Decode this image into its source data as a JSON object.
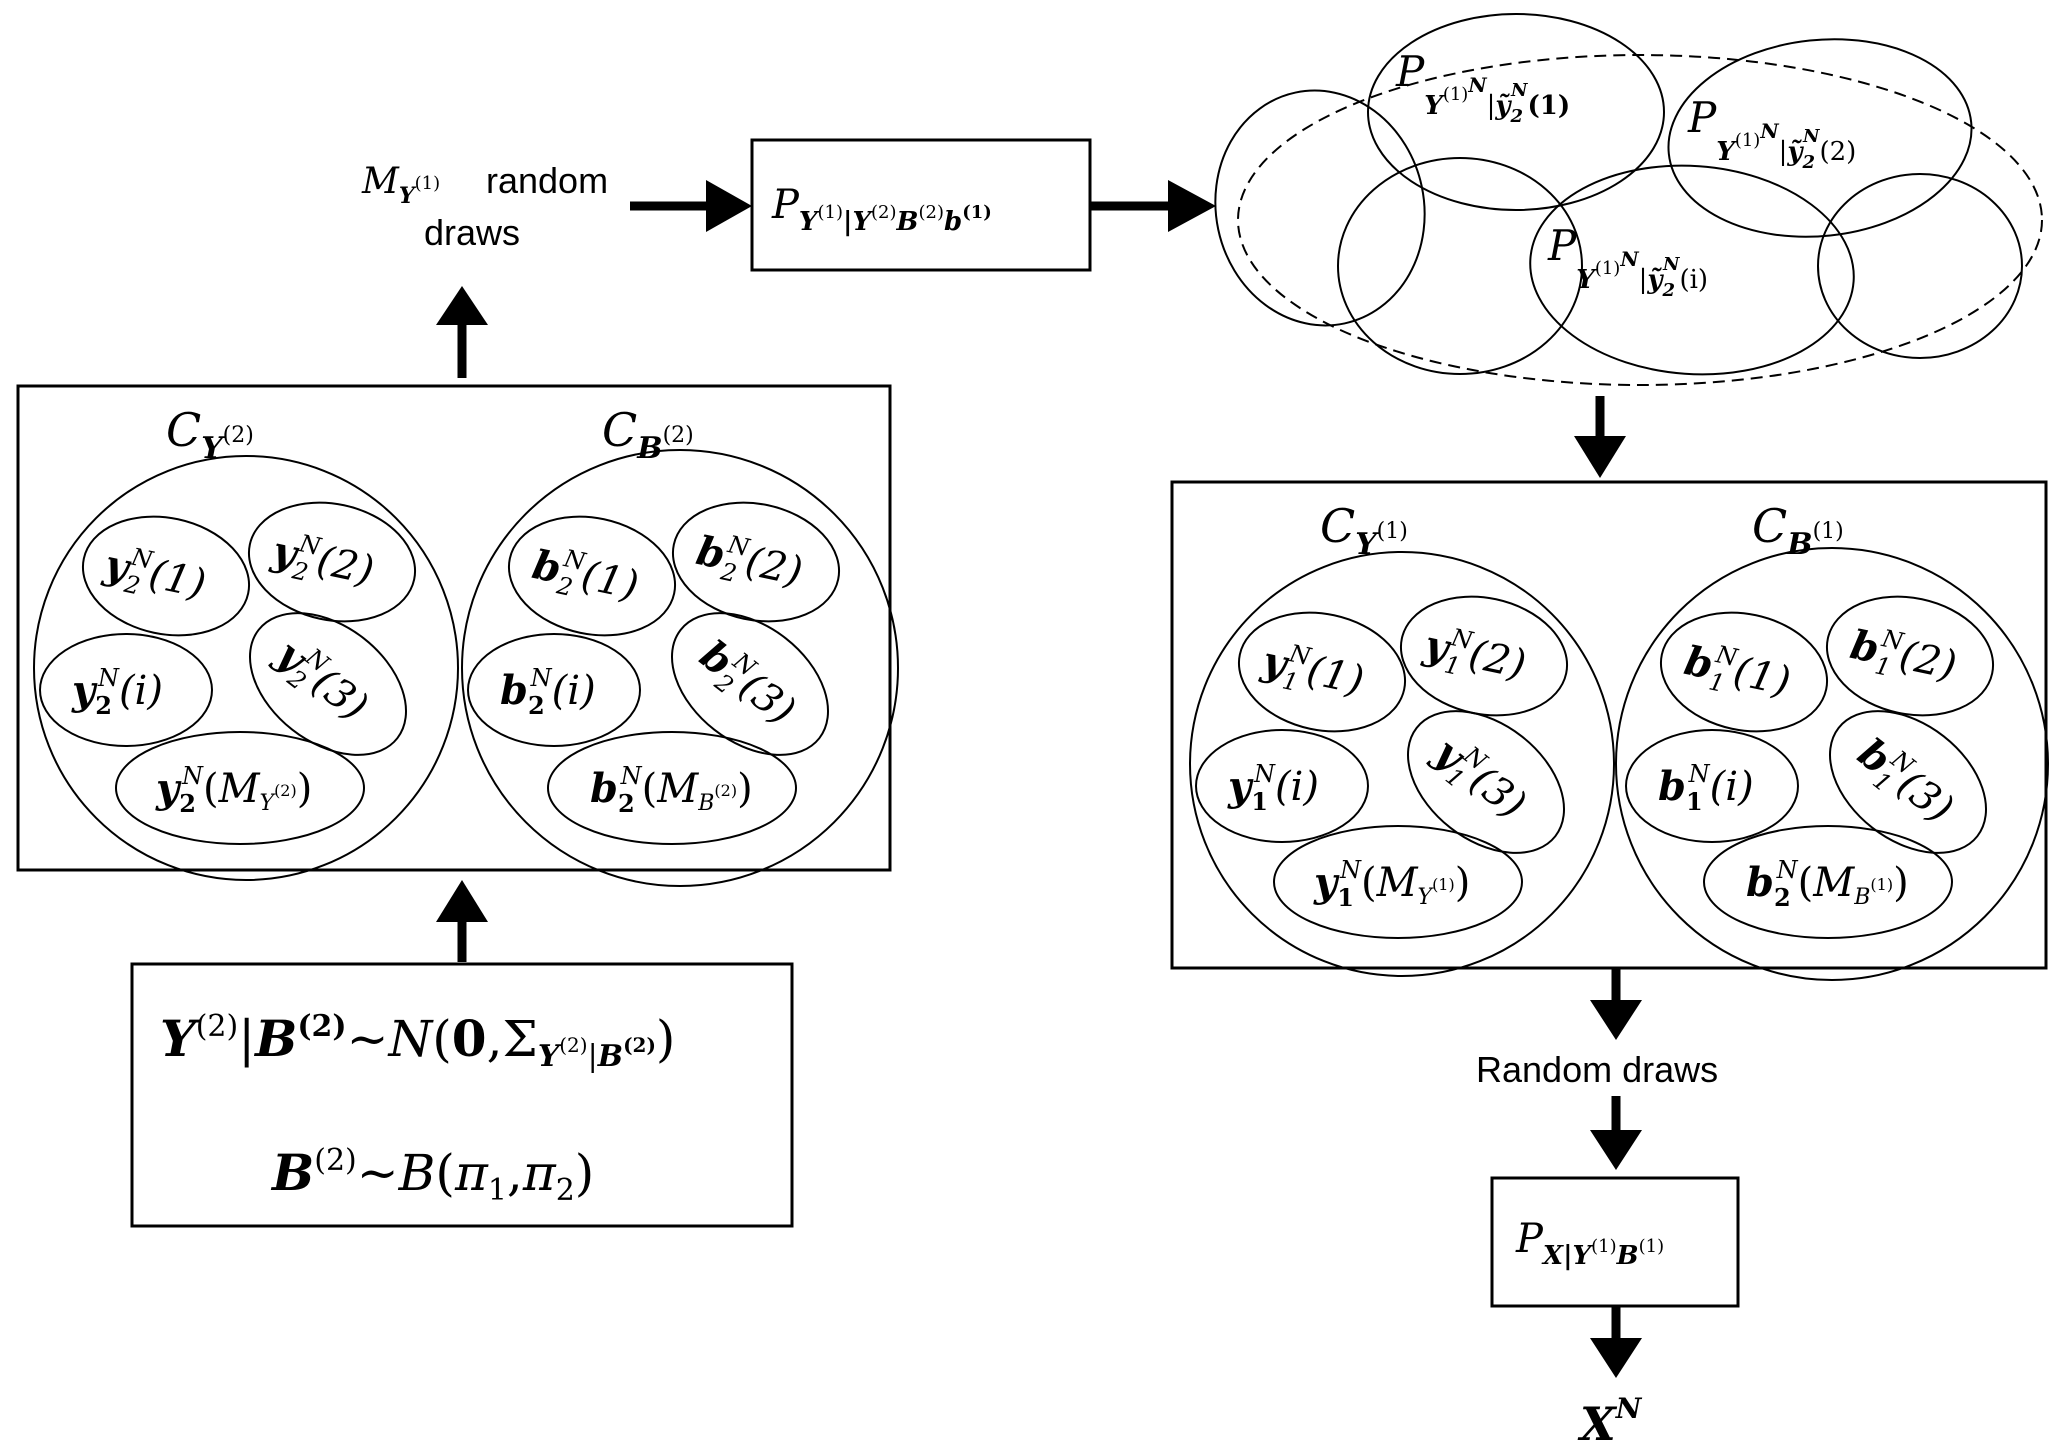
{
  "top_label": {
    "prefix": "M",
    "sub": "Y",
    "sup": "(1)",
    "line1_tail": "random",
    "line2": "draws"
  },
  "cond_box": {
    "P": "P",
    "sub_html": "Y(1)|Y(2)B(2)b(1)"
  },
  "cloud": {
    "label1": {
      "P": "P",
      "sub": "Y",
      "sup1": "(1)",
      "sup2": "N",
      "bar": "|",
      "y": "ỹ",
      "ysub": "2",
      "ysup": "N",
      "idx": "(1)"
    },
    "label2": {
      "P": "P",
      "sub": "Y",
      "sup1": "(1)",
      "sup2": "N",
      "bar": "|",
      "y": "ỹ",
      "ysub": "2",
      "ysup": "N",
      "idx": "(2)"
    },
    "label3": {
      "P": "P",
      "sub": "Y",
      "sup1": "(1)",
      "sup2": "N",
      "bar": "|",
      "y": "ỹ",
      "ysub": "2",
      "ysup": "N",
      "idx": "(i)"
    }
  },
  "set_left": {
    "CY": {
      "C": "C",
      "sub": "Y",
      "sup": "(2)"
    },
    "CB": {
      "C": "C",
      "sub": "B",
      "sup": "(2)"
    },
    "y_items": [
      {
        "v": "y",
        "sub": "2",
        "sup": "N",
        "idx": "(1)"
      },
      {
        "v": "y",
        "sub": "2",
        "sup": "N",
        "idx": "(2)"
      },
      {
        "v": "y",
        "sub": "2",
        "sup": "N",
        "idx": "(i)"
      },
      {
        "v": "y",
        "sub": "2",
        "sup": "N",
        "idx": "(3)"
      },
      {
        "v": "y",
        "sub": "2",
        "sup": "N",
        "idx_M": "M",
        "idx_sub": "Y",
        "idx_sup": "(2)"
      }
    ],
    "b_items": [
      {
        "v": "b",
        "sub": "2",
        "sup": "N",
        "idx": "(1)"
      },
      {
        "v": "b",
        "sub": "2",
        "sup": "N",
        "idx": "(2)"
      },
      {
        "v": "b",
        "sub": "2",
        "sup": "N",
        "idx": "(i)"
      },
      {
        "v": "b",
        "sub": "2",
        "sup": "N",
        "idx": "(3)"
      },
      {
        "v": "b",
        "sub": "2",
        "sup": "N",
        "idx_M": "M",
        "idx_sub": "B",
        "idx_sup": "(2)"
      }
    ]
  },
  "set_right": {
    "CY": {
      "C": "C",
      "sub": "Y",
      "sup": "(1)"
    },
    "CB": {
      "C": "C",
      "sub": "B",
      "sup": "(1)"
    },
    "y_items": [
      {
        "v": "y",
        "sub": "1",
        "sup": "N",
        "idx": "(1)"
      },
      {
        "v": "y",
        "sub": "1",
        "sup": "N",
        "idx": "(2)"
      },
      {
        "v": "y",
        "sub": "1",
        "sup": "N",
        "idx": "(i)"
      },
      {
        "v": "y",
        "sub": "1",
        "sup": "N",
        "idx": "(3)"
      },
      {
        "v": "y",
        "sub": "1",
        "sup": "N",
        "idx_M": "M",
        "idx_sub": "Y",
        "idx_sup": "(1)"
      }
    ],
    "b_items": [
      {
        "v": "b",
        "sub": "1",
        "sup": "N",
        "idx": "(1)"
      },
      {
        "v": "b",
        "sub": "1",
        "sup": "N",
        "idx": "(2)"
      },
      {
        "v": "b",
        "sub": "1",
        "sup": "N",
        "idx": "(i)"
      },
      {
        "v": "b",
        "sub": "1",
        "sup": "N",
        "idx": "(3)"
      },
      {
        "v": "b",
        "sub": "2",
        "sup": "N",
        "idx_M": "M",
        "idx_sub": "B",
        "idx_sup": "(1)"
      }
    ]
  },
  "prior_box": {
    "line1": {
      "Y": "Y",
      "Ysup": "(2)",
      "bar": "|",
      "B": "B",
      "Bsup": "(2)",
      "tilde": "~",
      "N": "N",
      "open": "(",
      "zero": "0",
      "comma": ",",
      "Sigma": "Σ",
      "Ssub": "Y",
      "Ssup": "(2)",
      "Sbar": "|",
      "SsubB": "B",
      "SsupB": "(2)",
      "close": ")"
    },
    "line2": {
      "B": "B",
      "Bsup": "(2)",
      "tilde": "~",
      "Bdist": "B",
      "open": "(",
      "pi": "π",
      "pi1": "1",
      "comma": ",",
      "pi2": "2",
      "close": ")"
    }
  },
  "random_draws": "Random draws",
  "output_box": {
    "P": "P",
    "sub1": "X|Y",
    "sup1": "(1)",
    "sub2": "B",
    "sup2": "(1)"
  },
  "output": {
    "X": "X",
    "sup": "N"
  }
}
